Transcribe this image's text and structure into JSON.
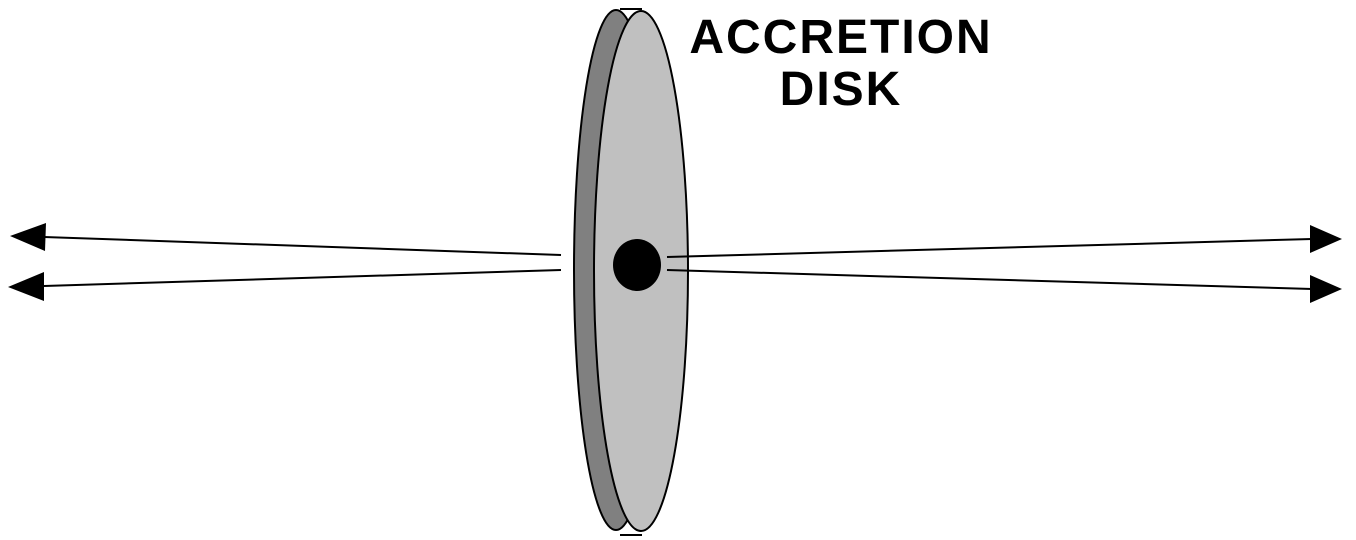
{
  "label": {
    "line1": "ACCRETION",
    "line2": "DISK"
  },
  "colors": {
    "disk_face": "#c0c0c0",
    "disk_edge": "#808080",
    "black_hole": "#000000",
    "stroke": "#000000",
    "background": "#ffffff"
  },
  "icons": {
    "jet_arrowheads": "triangle-arrowhead-icon",
    "central_object": "filled-circle"
  }
}
